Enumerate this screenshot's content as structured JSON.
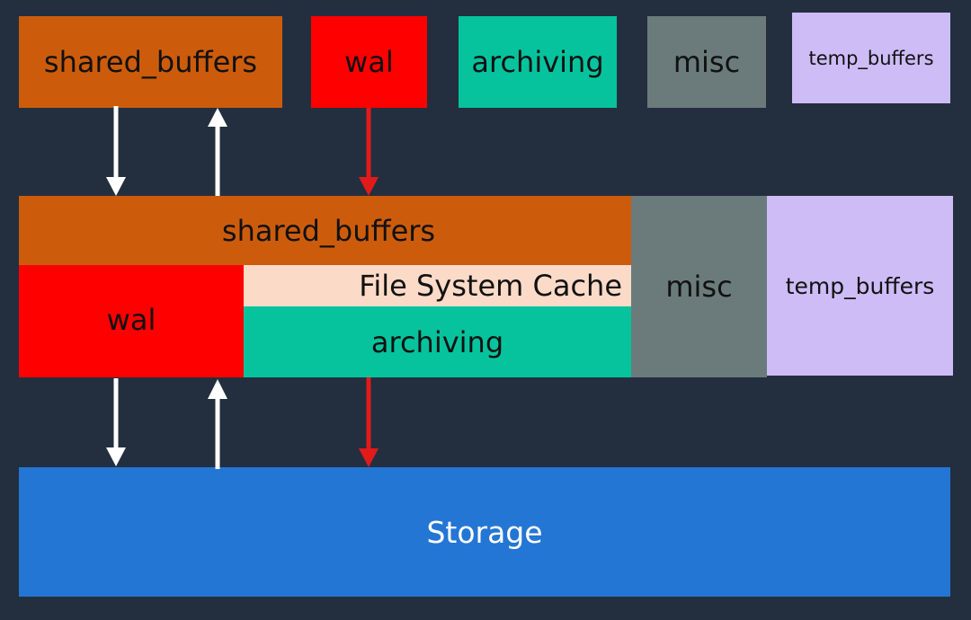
{
  "colors": {
    "background": "#232f3e",
    "shared_buffers": "#cc5c0c",
    "wal": "#ff0000",
    "archiving": "#06c39d",
    "misc": "#6b7b7b",
    "temp_buffers": "#cdbcf6",
    "file_system_cache": "#fcdac8",
    "storage": "#2476d4",
    "arrow_white": "#ffffff",
    "arrow_red": "#e21a1a"
  },
  "legend": {
    "shared_buffers": "shared_buffers",
    "wal": "wal",
    "archiving": "archiving",
    "misc": "misc",
    "temp_buffers": "temp_buffers"
  },
  "memory": {
    "shared_buffers": "shared_buffers",
    "wal": "wal",
    "file_system_cache": "File System Cache",
    "archiving": "archiving",
    "misc": "misc",
    "temp_buffers": "temp_buffers"
  },
  "storage": {
    "label": "Storage"
  }
}
